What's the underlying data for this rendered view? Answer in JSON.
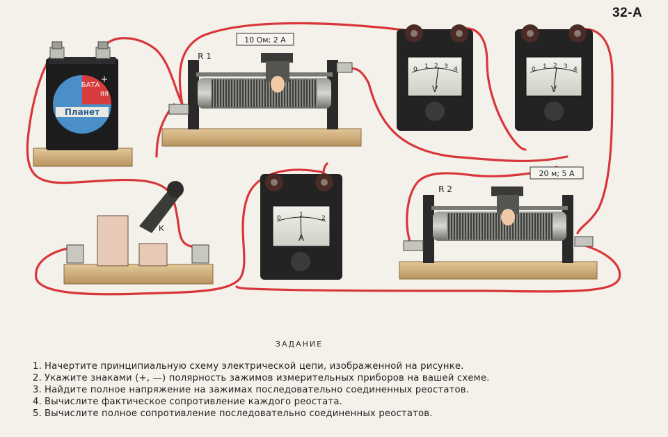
{
  "page_number": "32-А",
  "battery": {
    "label_top": "БАТА",
    "label_mid": "ЯЯ",
    "brand": "Планет",
    "plus_sign": "+"
  },
  "rheostat_r1": {
    "name": "R 1",
    "rating": "10 Ом; 2 А"
  },
  "rheostat_r2": {
    "name": "R 2",
    "rating": "20 м; 5 А"
  },
  "voltmeter_1": {
    "unit": "V",
    "scale": [
      "0",
      "1",
      "2",
      "3",
      "4"
    ]
  },
  "voltmeter_2": {
    "unit": "V",
    "scale": [
      "0",
      "1",
      "2",
      "3",
      "4"
    ]
  },
  "ammeter": {
    "unit": "А",
    "scale": [
      "0",
      "1",
      "2"
    ]
  },
  "switch": {
    "label": "К"
  },
  "task": {
    "title": "ЗАДАНИЕ",
    "items": [
      {
        "num": "1.",
        "text": "Начертите принципиальную схему электрической цепи, изображенной на рисунке."
      },
      {
        "num": "2.",
        "text": "Укажите знаками (+, —) полярность зажимов измерительных приборов на вашей схеме."
      },
      {
        "num": "3.",
        "text": "Найдите полное напряжение на зажимах последовательно соединенных реостатов."
      },
      {
        "num": "4.",
        "text": "Вычислите фактическое сопротивление каждого реостата."
      },
      {
        "num": "5.",
        "text": "Вычислите полное сопротивление последовательно соединенных реостатов."
      }
    ]
  },
  "colors": {
    "wire": "#d8363a",
    "wood": "#d7b98a",
    "instrument": "#262626",
    "dial": "#e4e6dc"
  }
}
